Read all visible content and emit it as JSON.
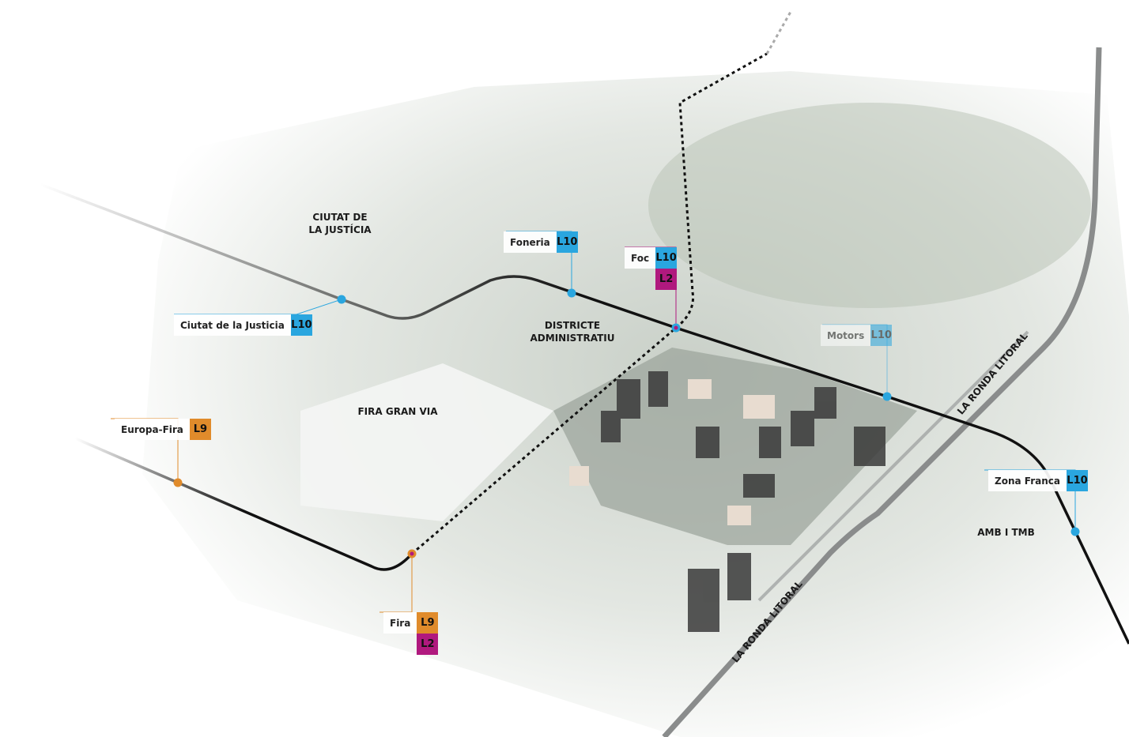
{
  "colors": {
    "L10": "#2aa6df",
    "L9": "#e08b2b",
    "L2": "#b0197e",
    "metro": "#111111",
    "road": "#8a8c8c"
  },
  "areas": {
    "ciutat_justicia": "CIUTAT DE\nLA JUSTÍCIA",
    "districte": "DISTRICTE\nADMINISTRATIU",
    "fira_gran_via": "FIRA GRAN VIA",
    "amb_tmb": "AMB I TMB"
  },
  "roads": {
    "ronda_1": "LA RONDA LITORAL",
    "ronda_2": "LA RONDA LITORAL"
  },
  "stations": [
    {
      "name": "Ciutat de la Justicia",
      "lines": [
        "L10"
      ]
    },
    {
      "name": "Foneria",
      "lines": [
        "L10"
      ]
    },
    {
      "name": "Foc",
      "lines": [
        "L10",
        "L2"
      ]
    },
    {
      "name": "Motors",
      "lines": [
        "L10"
      ]
    },
    {
      "name": "Zona Franca",
      "lines": [
        "L10"
      ]
    },
    {
      "name": "Europa-Fira",
      "lines": [
        "L9"
      ]
    },
    {
      "name": "Fira",
      "lines": [
        "L9",
        "L2"
      ]
    }
  ]
}
